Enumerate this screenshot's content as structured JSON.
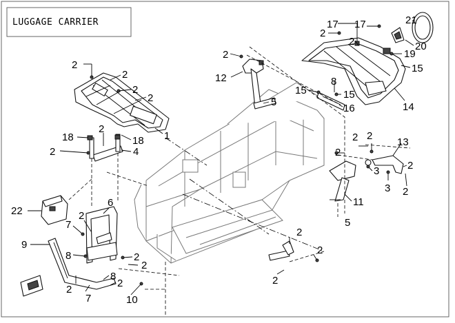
{
  "title": "LUGGAGE CARRIER",
  "callouts": [
    {
      "label": "2"
    },
    {
      "label": "2"
    },
    {
      "label": "2"
    },
    {
      "label": "2"
    },
    {
      "label": "1"
    },
    {
      "label": "18"
    },
    {
      "label": "18"
    },
    {
      "label": "2"
    },
    {
      "label": "2"
    },
    {
      "label": "4"
    },
    {
      "label": "2"
    },
    {
      "label": "12"
    },
    {
      "label": "5"
    },
    {
      "label": "15"
    },
    {
      "label": "8"
    },
    {
      "label": "15"
    },
    {
      "label": "16"
    },
    {
      "label": "17"
    },
    {
      "label": "17"
    },
    {
      "label": "21"
    },
    {
      "label": "2"
    },
    {
      "label": "2"
    },
    {
      "label": "20"
    },
    {
      "label": "19"
    },
    {
      "label": "15"
    },
    {
      "label": "14"
    },
    {
      "label": "2"
    },
    {
      "label": "2"
    },
    {
      "label": "13"
    },
    {
      "label": "2"
    },
    {
      "label": "2"
    },
    {
      "label": "3"
    },
    {
      "label": "3"
    },
    {
      "label": "2"
    },
    {
      "label": "11"
    },
    {
      "label": "5"
    },
    {
      "label": "22"
    },
    {
      "label": "6"
    },
    {
      "label": "2"
    },
    {
      "label": "7"
    },
    {
      "label": "9"
    },
    {
      "label": "8"
    },
    {
      "label": "2"
    },
    {
      "label": "2"
    },
    {
      "label": "8"
    },
    {
      "label": "2"
    },
    {
      "label": "2"
    },
    {
      "label": "7"
    },
    {
      "label": "10"
    },
    {
      "label": "2"
    },
    {
      "label": "2"
    }
  ]
}
